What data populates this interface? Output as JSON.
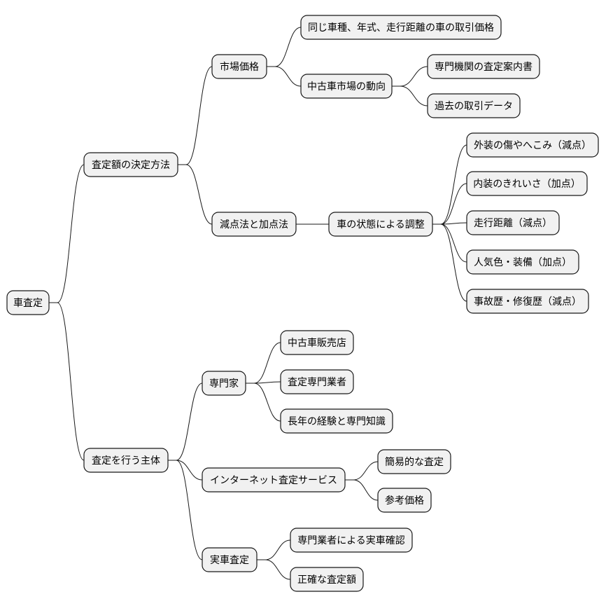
{
  "mindmap": {
    "root": {
      "id": "root",
      "label": "車査定",
      "children": [
        {
          "id": "method",
          "label": "査定額の決定方法",
          "children": [
            {
              "id": "market",
              "label": "市場価格",
              "children": [
                {
                  "id": "same-car",
                  "label": "同じ車種、年式、走行距離の車の取引価格"
                },
                {
                  "id": "trend",
                  "label": "中古車市場の動向",
                  "children": [
                    {
                      "id": "guide",
                      "label": "専門機関の査定案内書"
                    },
                    {
                      "id": "past",
                      "label": "過去の取引データ"
                    }
                  ]
                }
              ]
            },
            {
              "id": "points",
              "label": "減点法と加点法",
              "children": [
                {
                  "id": "condition",
                  "label": "車の状態による調整",
                  "children": [
                    {
                      "id": "ext",
                      "label": "外装の傷やへこみ（減点）"
                    },
                    {
                      "id": "int",
                      "label": "内装のきれいさ（加点）"
                    },
                    {
                      "id": "mileage",
                      "label": "走行距離（減点）"
                    },
                    {
                      "id": "color",
                      "label": "人気色・装備（加点）"
                    },
                    {
                      "id": "accident",
                      "label": "事故歴・修復歴（減点）"
                    }
                  ]
                }
              ]
            }
          ]
        },
        {
          "id": "subject",
          "label": "査定を行う主体",
          "children": [
            {
              "id": "expert",
              "label": "専門家",
              "children": [
                {
                  "id": "dealer",
                  "label": "中古車販売店"
                },
                {
                  "id": "specialist",
                  "label": "査定専門業者"
                },
                {
                  "id": "experience",
                  "label": "長年の経験と専門知識"
                }
              ]
            },
            {
              "id": "online",
              "label": "インターネット査定サービス",
              "children": [
                {
                  "id": "simple",
                  "label": "簡易的な査定"
                },
                {
                  "id": "reference",
                  "label": "参考価格"
                }
              ]
            },
            {
              "id": "onsite",
              "label": "実車査定",
              "children": [
                {
                  "id": "confirm",
                  "label": "専門業者による実車確認"
                },
                {
                  "id": "accurate",
                  "label": "正確な査定額"
                }
              ]
            }
          ]
        }
      ]
    }
  }
}
